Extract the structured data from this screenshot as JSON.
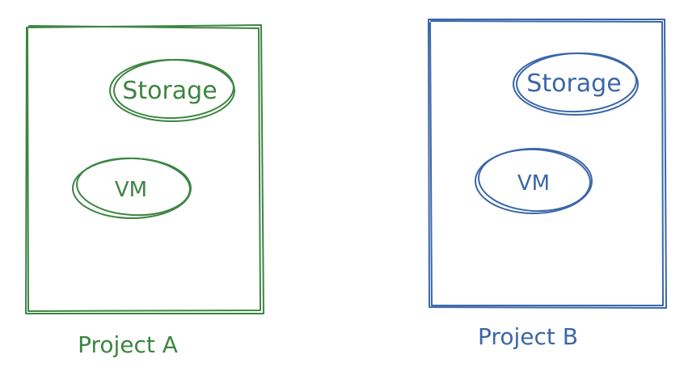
{
  "projects": [
    {
      "label": "Project A",
      "color": "#3d8542",
      "storage_label": "Storage",
      "vm_label": "VM"
    },
    {
      "label": "Project B",
      "color": "#3a67a8",
      "storage_label": "Storage",
      "vm_label": "VM"
    }
  ]
}
